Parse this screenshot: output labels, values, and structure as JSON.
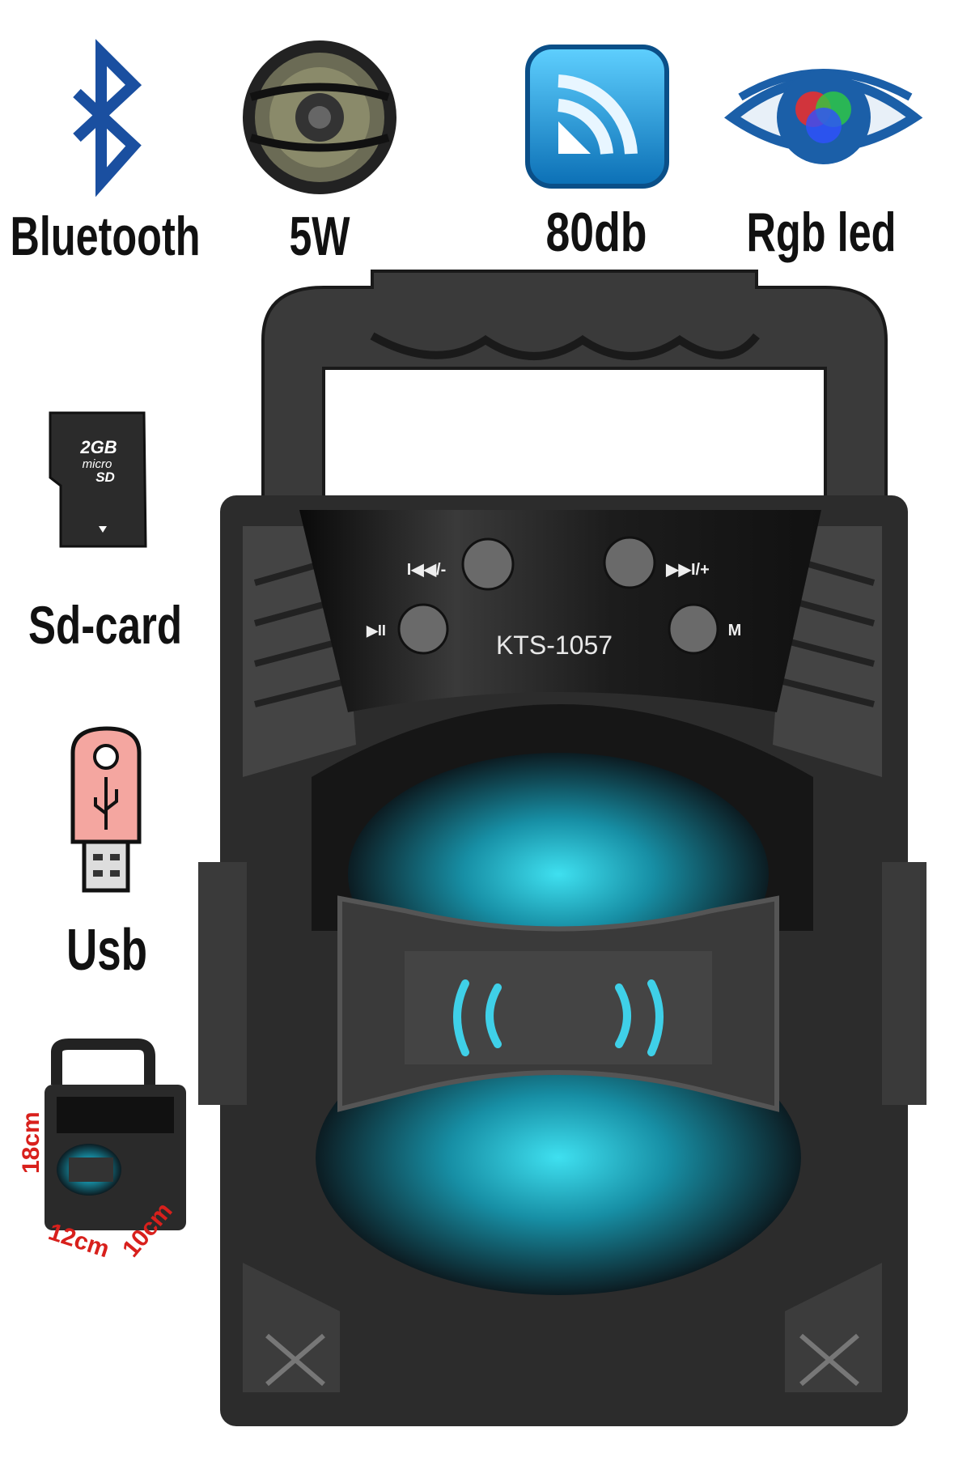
{
  "features": {
    "bluetooth": {
      "label": "Bluetooth",
      "icon": "bluetooth-icon",
      "color": "#1a4fa0"
    },
    "power": {
      "label": "5W",
      "icon": "speaker-driver-icon"
    },
    "volume": {
      "label": "80db",
      "icon": "signal-waves-icon",
      "color": "#1e9ad6"
    },
    "rgb": {
      "label": "Rgb led",
      "icon": "eye-icon",
      "color": "#1b5fa8"
    },
    "sdcard": {
      "label": "Sd-card",
      "icon": "micro-sd-card-icon",
      "card_text_1": "2GB",
      "card_text_2": "micro",
      "card_text_3": "SD"
    },
    "usb": {
      "label": "Usb",
      "icon": "usb-drive-icon",
      "color": "#f4a6a0"
    }
  },
  "product": {
    "model": "KTS-1057",
    "buttons": {
      "prev": "I◀◀/-",
      "next": "▶▶I/+",
      "play": "▶II",
      "mode": "M"
    },
    "glow_color": "#17b8d0"
  },
  "dimensions": {
    "height": "18cm",
    "width": "12cm",
    "depth": "10cm",
    "color": "#d8201c"
  }
}
